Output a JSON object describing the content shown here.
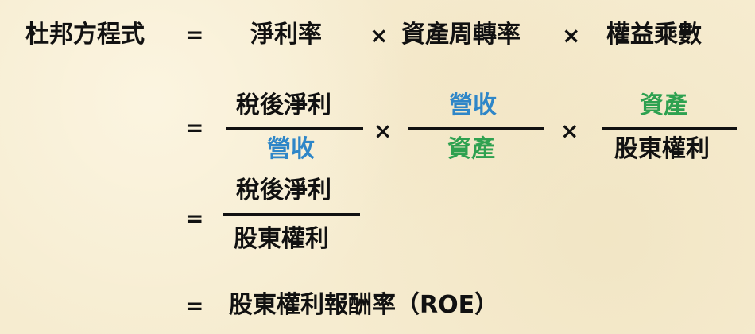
{
  "colors": {
    "text": "#111111",
    "blue": "#2e86c8",
    "green": "#2ea150",
    "background": "#f6ecd0"
  },
  "line1": {
    "label": "杜邦方程式",
    "equals": "=",
    "term1": "淨利率",
    "times1": "×",
    "term2": "資產周轉率",
    "times2": "×",
    "term3": "權益乘數"
  },
  "line2": {
    "equals": "=",
    "frac1": {
      "numerator": "稅後淨利",
      "denominator": "營收"
    },
    "times1": "×",
    "frac2": {
      "numerator": "營收",
      "denominator": "資產"
    },
    "times2": "×",
    "frac3": {
      "numerator": "資產",
      "denominator": "股東權利"
    }
  },
  "line3": {
    "equals": "=",
    "frac": {
      "numerator": "稅後淨利",
      "denominator": "股東權利"
    }
  },
  "line4": {
    "equals": "=",
    "result": "股東權利報酬率（ROE）"
  }
}
